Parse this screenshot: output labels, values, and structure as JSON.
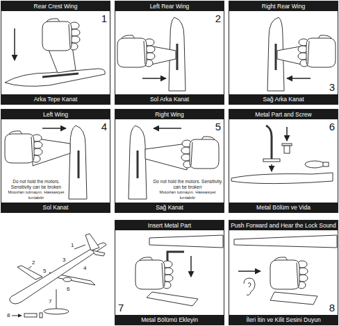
{
  "diagram": {
    "nodes": [
      {
        "text": [
          "Rear Crest Wing",
          "1",
          "Arka Tepe Kanat"
        ]
      },
      {
        "text": [
          "Left Rear Wing",
          "2",
          "Sol Arka Kanat"
        ]
      },
      {
        "text": [
          "Right Rear Wing",
          "3",
          "Sağ Arka Kanat"
        ]
      },
      {
        "text": [
          "Left Wing",
          "4",
          "Do not hold the motors. Sensitivity can be broken",
          "Motorları tutmayın. Hassasiyet kırılabilir",
          "Sol Kanat"
        ]
      },
      {
        "text": [
          "Right Wing",
          "5",
          "Do not hold the motors. Sensitivity can be broken",
          "Motorları tutmayın. Hassasiyet kırılabilir",
          "Sağ Kanat"
        ]
      },
      {
        "text": [
          "Metal Part and Screw",
          "6",
          "Metal Bölüm ve Vida"
        ]
      },
      {
        "text": [
          "Insert Metal Part",
          "7",
          "Metal Bölümü Ekleyin"
        ]
      },
      {
        "text": [
          "Push Forward and Hear the Lock Sound",
          "8",
          "İleri İtin ve Kilit Sesini Duyun"
        ]
      }
    ],
    "labels": [
      "1",
      "2",
      "3",
      "4",
      "5",
      "6",
      "7",
      "8"
    ]
  }
}
